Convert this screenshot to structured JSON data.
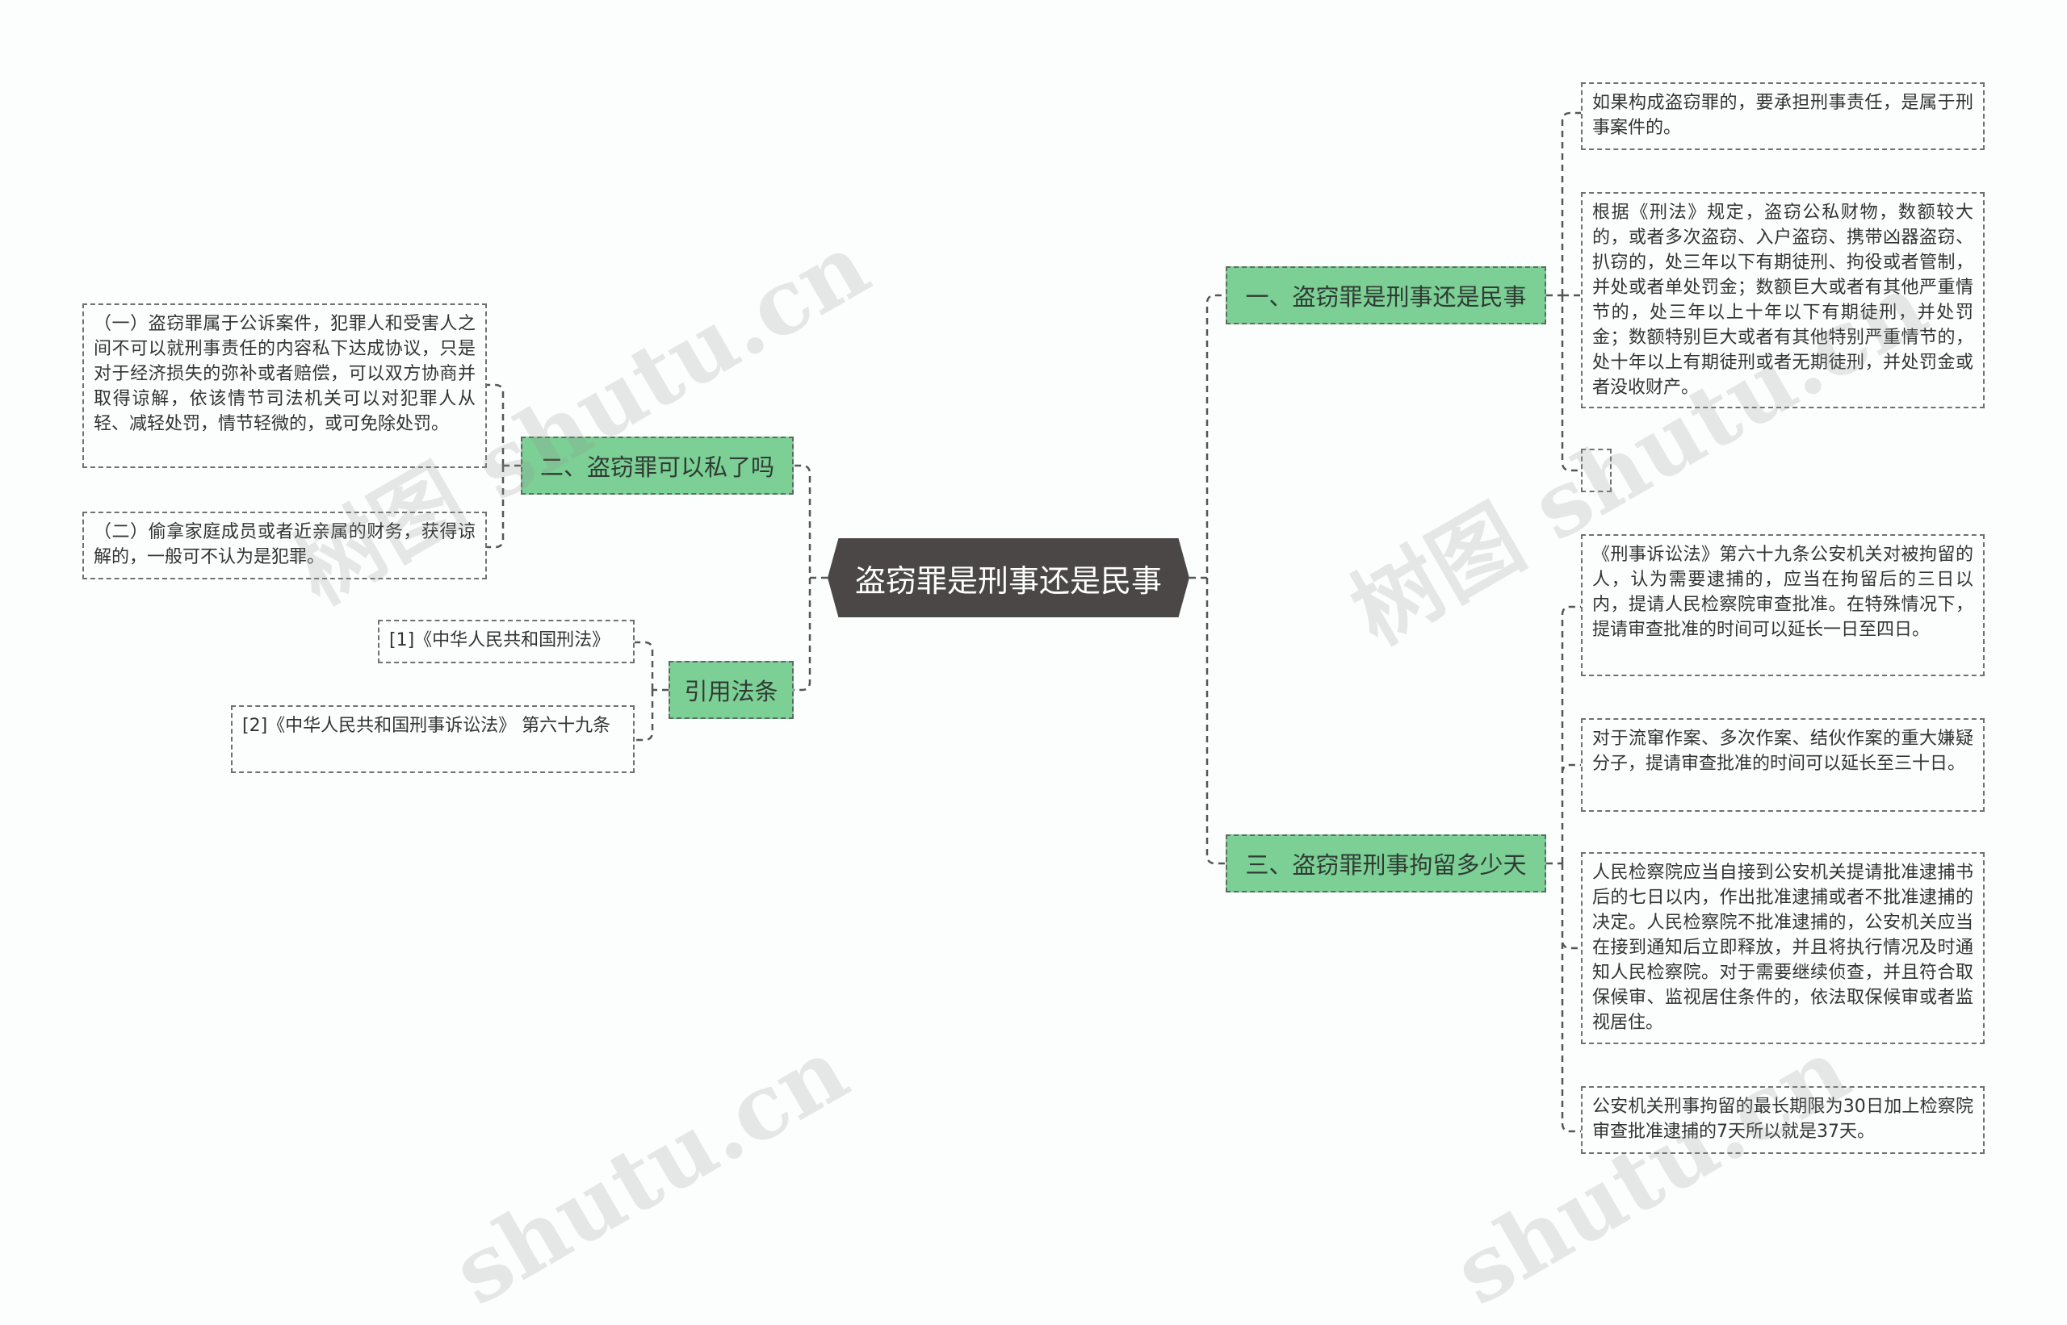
{
  "root": {
    "title": "盗窃罪是刑事还是民事"
  },
  "branches": {
    "b1": {
      "label": "一、盗窃罪是刑事还是民事"
    },
    "b2": {
      "label": "二、盗窃罪可以私了吗"
    },
    "b3": {
      "label": "三、盗窃罪刑事拘留多少天"
    },
    "b4": {
      "label": "引用法条"
    }
  },
  "leaves": {
    "b1": [
      "如果构成盗窃罪的，要承担刑事责任，是属于刑事案件的。",
      "根据《刑法》规定，盗窃公私财物，数额较大的，或者多次盗窃、入户盗窃、携带凶器盗窃、扒窃的，处三年以下有期徒刑、拘役或者管制，并处或者单处罚金；数额巨大或者有其他严重情节的，处三年以上十年以下有期徒刑，并处罚金；数额特别巨大或者有其他特别严重情节的，处十年以上有期徒刑或者无期徒刑，并处罚金或者没收财产。",
      ""
    ],
    "b2": [
      "（一）盗窃罪属于公诉案件，犯罪人和受害人之间不可以就刑事责任的内容私下达成协议，只是对于经济损失的弥补或者赔偿，可以双方协商并取得谅解，依该情节司法机关可以对犯罪人从轻、减轻处罚，情节轻微的，或可免除处罚。",
      "（二）偷拿家庭成员或者近亲属的财务，获得谅解的，一般可不认为是犯罪。"
    ],
    "b3": [
      "《刑事诉讼法》第六十九条公安机关对被拘留的人，认为需要逮捕的，应当在拘留后的三日以内，提请人民检察院审查批准。在特殊情况下，提请审查批准的时间可以延长一日至四日。",
      "对于流窜作案、多次作案、结伙作案的重大嫌疑分子，提请审查批准的时间可以延长至三十日。",
      "人民检察院应当自接到公安机关提请批准逮捕书后的七日以内，作出批准逮捕或者不批准逮捕的决定。人民检察院不批准逮捕的，公安机关应当在接到通知后立即释放，并且将执行情况及时通知人民检察院。对于需要继续侦查，并且符合取保候审、监视居住条件的，依法取保候审或者监视居住。",
      "公安机关刑事拘留的最长期限为30日加上检察院审查批准逮捕的7天所以就是37天。"
    ],
    "b4": [
      "[1]《中华人民共和国刑法》",
      "[2]《中华人民共和国刑事诉讼法》 第六十九条"
    ]
  },
  "watermarks": [
    "树图 shutu.cn",
    "树图 shutu.cn",
    "shutu.cn",
    "shutu.cn"
  ],
  "colors": {
    "root_bg": "#4a4746",
    "branch_bg": "#7ccf95",
    "connector": "#555555",
    "background": "#fbfefd"
  }
}
